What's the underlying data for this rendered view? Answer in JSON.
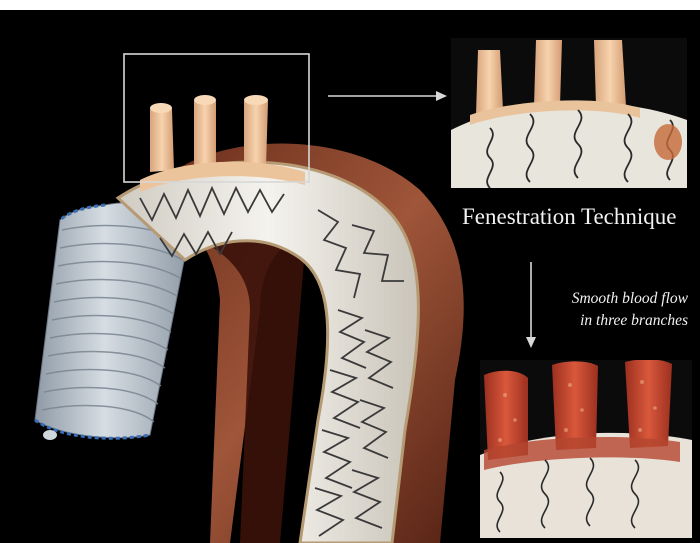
{
  "annotations": {
    "technique_title": "Fenestration Technique",
    "caption_line1": "Smooth blood flow",
    "caption_line2": "in three branches"
  },
  "colors": {
    "background": "#000000",
    "stent_fabric": "#f1efe8",
    "stent_wire": "#3a3a3a",
    "branch_tissue": "#efc59a",
    "aortic_wall": "#a75a3c",
    "distal_graft": "#b9c3cd",
    "blood_red": "#c2452e",
    "guide_lines": "#d8d8d8"
  }
}
